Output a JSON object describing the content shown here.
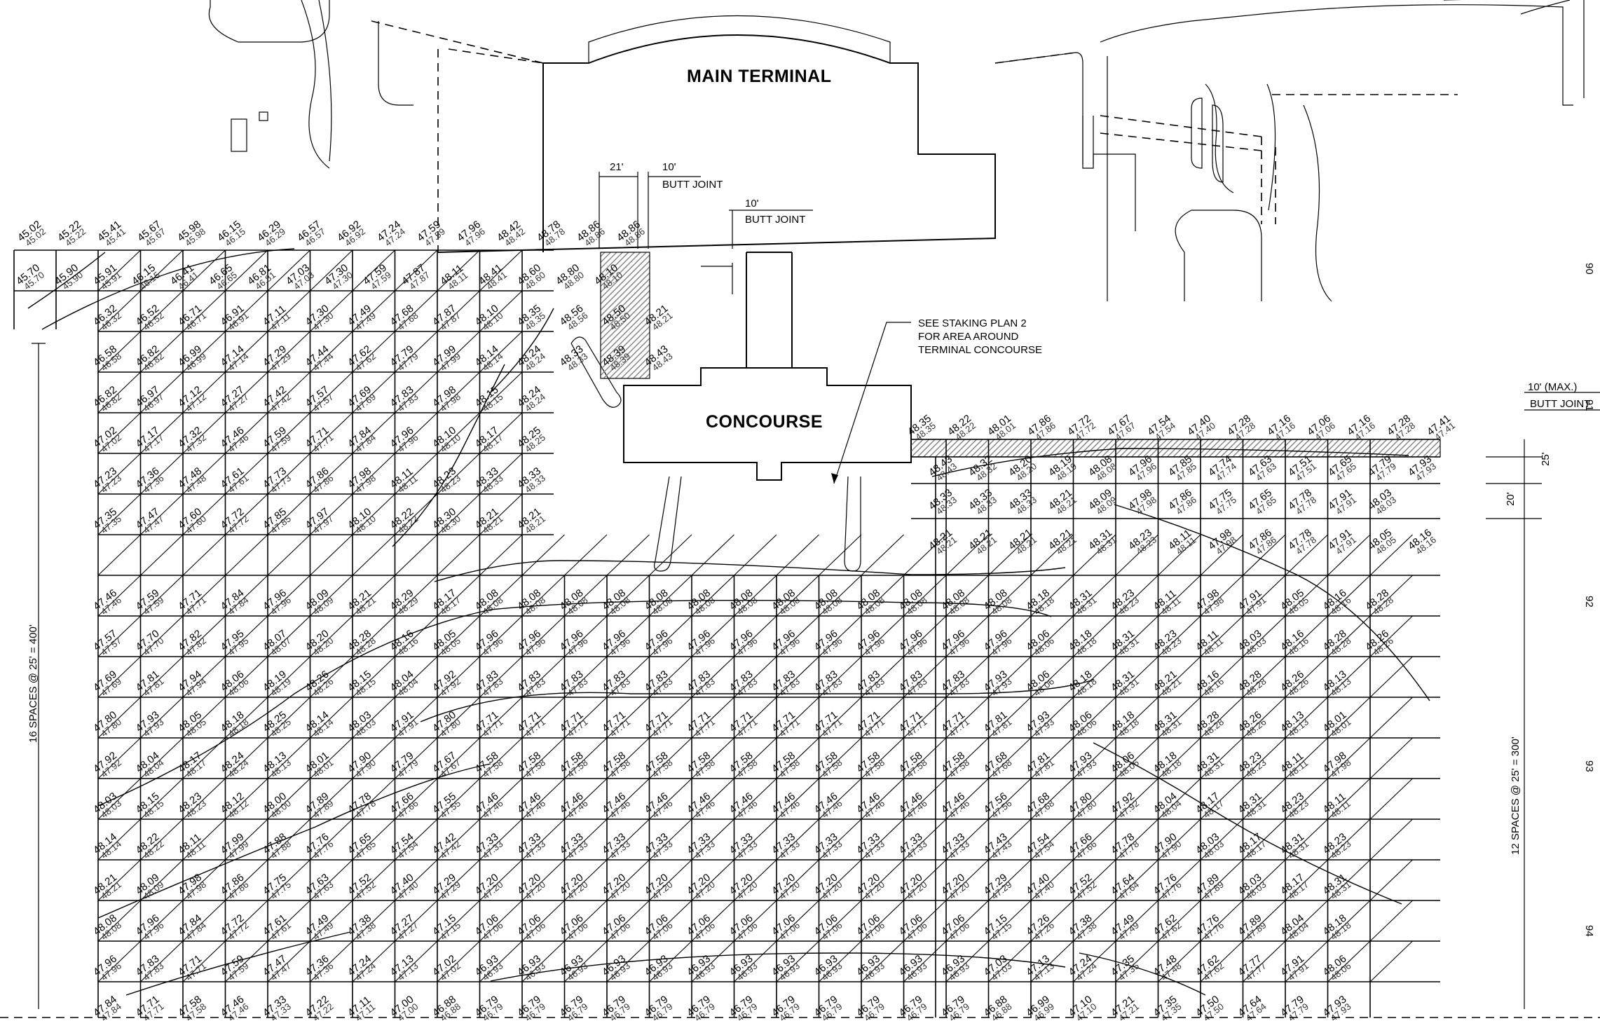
{
  "labels": {
    "main_terminal": "MAIN TERMINAL",
    "concourse": "CONCOURSE",
    "staking_note": [
      "SEE STAKING PLAN 2",
      "FOR AREA AROUND",
      "TERMINAL CONCOURSE"
    ],
    "dim_21": "21'",
    "dim_10a": "10'",
    "butt_joint_a": "BUTT JOINT",
    "dim_10b": "10'",
    "butt_joint_b": "BUTT JOINT",
    "dim_10_max": "10' (MAX.)",
    "butt_joint_c": "BUTT JOINT",
    "dim_25": "25'",
    "dim_20": "20'",
    "left_spacing": "16 SPACES @ 25' = 400'",
    "right_spacing": "12 SPACES @ 25' = 300'",
    "sheet_marks": [
      "90",
      "91",
      "92",
      "93",
      "94"
    ]
  },
  "grid_elevations": {
    "top_row": [
      "45.02",
      "45.22",
      "45.41",
      "45.67",
      "45.98",
      "46.15",
      "46.29",
      "46.57",
      "46.92",
      "47.24",
      "47.59",
      "47.96",
      "48.42",
      "48.78",
      "48.86",
      "48.86"
    ],
    "row_2": [
      "45.70",
      "45.90",
      "45.91",
      "46.15",
      "46.41",
      "46.65",
      "46.81",
      "47.03",
      "47.30",
      "47.59",
      "47.87",
      "48.11",
      "48.41",
      "48.60",
      "48.80",
      "48.10"
    ],
    "row_3": [
      "46.32",
      "46.52",
      "46.71",
      "46.91",
      "47.11",
      "47.30",
      "47.49",
      "47.68",
      "47.87",
      "48.10",
      "48.35",
      "48.56",
      "48.50",
      "48.21"
    ],
    "row_4": [
      "46.58",
      "46.82",
      "46.99",
      "47.14",
      "47.29",
      "47.44",
      "47.62",
      "47.79",
      "47.99",
      "48.14",
      "48.24",
      "48.33",
      "48.39",
      "48.43"
    ],
    "row_5": [
      "46.82",
      "46.97",
      "47.12",
      "47.27",
      "47.42",
      "47.57",
      "47.69",
      "47.83",
      "47.98",
      "48.15",
      "48.24"
    ],
    "row_6": [
      "47.02",
      "47.17",
      "47.32",
      "47.46",
      "47.59",
      "47.71",
      "47.84",
      "47.96",
      "48.10",
      "48.17",
      "48.25"
    ],
    "row_7": [
      "47.23",
      "47.36",
      "47.48",
      "47.61",
      "47.73",
      "47.86",
      "47.98",
      "48.11",
      "48.23",
      "48.33",
      "48.33"
    ],
    "row_8": [
      "47.35",
      "47.47",
      "47.60",
      "47.72",
      "47.85",
      "47.97",
      "48.10",
      "48.22",
      "48.30",
      "48.21",
      "48.21"
    ],
    "row_9": [
      "47.46",
      "47.59",
      "47.71",
      "47.84",
      "47.96",
      "48.09",
      "48.21",
      "48.29",
      "48.17",
      "48.08",
      "48.08",
      "48.08",
      "48.08",
      "48.08",
      "48.08",
      "48.08",
      "48.08",
      "48.08",
      "48.08",
      "48.08",
      "48.08",
      "48.08",
      "48.18",
      "48.31",
      "48.23",
      "48.11",
      "47.98",
      "47.91",
      "48.05",
      "48.16",
      "48.28"
    ],
    "row_10": [
      "47.57",
      "47.70",
      "47.82",
      "47.95",
      "48.07",
      "48.20",
      "48.28",
      "48.16",
      "48.05",
      "47.96",
      "47.96",
      "47.96",
      "47.96",
      "47.96",
      "47.96",
      "47.96",
      "47.96",
      "47.96",
      "47.96",
      "47.96",
      "47.96",
      "47.96",
      "48.06",
      "48.18",
      "48.31",
      "48.23",
      "48.11",
      "48.03",
      "48.16",
      "48.28",
      "48.26"
    ],
    "row_11": [
      "47.69",
      "47.81",
      "47.94",
      "48.06",
      "48.19",
      "48.26",
      "48.15",
      "48.04",
      "47.92",
      "47.83",
      "47.83",
      "47.83",
      "47.83",
      "47.83",
      "47.83",
      "47.83",
      "47.83",
      "47.83",
      "47.83",
      "47.83",
      "47.83",
      "47.93",
      "48.06",
      "48.18",
      "48.31",
      "48.21",
      "48.16",
      "48.28",
      "48.26",
      "48.13"
    ],
    "row_12": [
      "47.80",
      "47.93",
      "48.05",
      "48.18",
      "48.25",
      "48.14",
      "48.03",
      "47.91",
      "47.80",
      "47.71",
      "47.71",
      "47.71",
      "47.71",
      "47.71",
      "47.71",
      "47.71",
      "47.71",
      "47.71",
      "47.71",
      "47.71",
      "47.71",
      "47.81",
      "47.93",
      "48.06",
      "48.18",
      "48.31",
      "48.28",
      "48.26",
      "48.13",
      "48.01"
    ],
    "row_13": [
      "47.92",
      "48.04",
      "48.17",
      "48.24",
      "48.13",
      "48.01",
      "47.90",
      "47.79",
      "47.67",
      "47.58",
      "47.58",
      "47.58",
      "47.58",
      "47.58",
      "47.58",
      "47.58",
      "47.58",
      "47.58",
      "47.58",
      "47.58",
      "47.58",
      "47.68",
      "47.81",
      "47.93",
      "48.06",
      "48.18",
      "48.31",
      "48.23",
      "48.11",
      "47.98"
    ],
    "row_14": [
      "48.03",
      "48.15",
      "48.23",
      "48.12",
      "48.00",
      "47.89",
      "47.78",
      "47.66",
      "47.55",
      "47.46",
      "47.46",
      "47.46",
      "47.46",
      "47.46",
      "47.46",
      "47.46",
      "47.46",
      "47.46",
      "47.46",
      "47.46",
      "47.46",
      "47.56",
      "47.68",
      "47.80",
      "47.92",
      "48.04",
      "48.17",
      "48.31",
      "48.23",
      "48.11"
    ],
    "row_15": [
      "48.14",
      "48.22",
      "48.11",
      "47.99",
      "47.88",
      "47.76",
      "47.65",
      "47.54",
      "47.42",
      "47.33",
      "47.33",
      "47.33",
      "47.33",
      "47.33",
      "47.33",
      "47.33",
      "47.33",
      "47.33",
      "47.33",
      "47.33",
      "47.33",
      "47.43",
      "47.54",
      "47.66",
      "47.78",
      "47.90",
      "48.03",
      "48.17",
      "48.31",
      "48.23"
    ],
    "row_16": [
      "48.21",
      "48.09",
      "47.98",
      "47.86",
      "47.75",
      "47.63",
      "47.52",
      "47.40",
      "47.29",
      "47.20",
      "47.20",
      "47.20",
      "47.20",
      "47.20",
      "47.20",
      "47.20",
      "47.20",
      "47.20",
      "47.20",
      "47.20",
      "47.20",
      "47.29",
      "47.40",
      "47.52",
      "47.64",
      "47.76",
      "47.89",
      "48.03",
      "48.17",
      "48.31"
    ],
    "row_17": [
      "48.08",
      "47.96",
      "47.84",
      "47.72",
      "47.61",
      "47.49",
      "47.38",
      "47.27",
      "47.15",
      "47.06",
      "47.06",
      "47.06",
      "47.06",
      "47.06",
      "47.06",
      "47.06",
      "47.06",
      "47.06",
      "47.06",
      "47.06",
      "47.06",
      "47.15",
      "47.26",
      "47.38",
      "47.49",
      "47.62",
      "47.76",
      "47.89",
      "48.04",
      "48.18"
    ],
    "row_18": [
      "47.96",
      "47.83",
      "47.71",
      "47.59",
      "47.47",
      "47.36",
      "47.24",
      "47.13",
      "47.02",
      "46.93",
      "46.93",
      "46.93",
      "46.93",
      "46.93",
      "46.93",
      "46.93",
      "46.93",
      "46.93",
      "46.93",
      "46.93",
      "46.93",
      "47.03",
      "47.13",
      "47.24",
      "47.35",
      "47.48",
      "47.62",
      "47.77",
      "47.91",
      "48.06"
    ],
    "row_19": [
      "47.84",
      "47.71",
      "47.58",
      "47.46",
      "47.33",
      "47.22",
      "47.11",
      "47.00",
      "46.88",
      "46.79",
      "46.79",
      "46.79",
      "46.79",
      "46.79",
      "46.79",
      "46.79",
      "46.79",
      "46.79",
      "46.79",
      "46.79",
      "46.79",
      "46.88",
      "46.99",
      "47.10",
      "47.21",
      "47.35",
      "47.50",
      "47.64",
      "47.79",
      "47.93"
    ],
    "right_top_row": [
      "48.35",
      "48.22",
      "48.01",
      "47.86",
      "47.72",
      "47.67",
      "47.54",
      "47.40",
      "47.28",
      "47.16",
      "47.06",
      "47.16",
      "47.28",
      "47.41"
    ],
    "right_row_2": [
      "48.43",
      "48.32",
      "48.20",
      "48.19",
      "48.08",
      "47.96",
      "47.85",
      "47.74",
      "47.63",
      "47.51",
      "47.65",
      "47.79",
      "47.93"
    ],
    "right_row_3": [
      "48.33",
      "48.33",
      "48.33",
      "48.21",
      "48.09",
      "47.98",
      "47.86",
      "47.75",
      "47.65",
      "47.78",
      "47.91",
      "48.03"
    ],
    "right_row_4": [
      "48.21",
      "48.21",
      "48.21",
      "48.21",
      "48.31",
      "48.23",
      "48.11",
      "47.98",
      "47.86",
      "47.78",
      "47.91",
      "48.05",
      "48.16"
    ]
  },
  "colors": {
    "line": "#000000",
    "paper": "#ffffff",
    "hatch": "#9a9a9a"
  }
}
